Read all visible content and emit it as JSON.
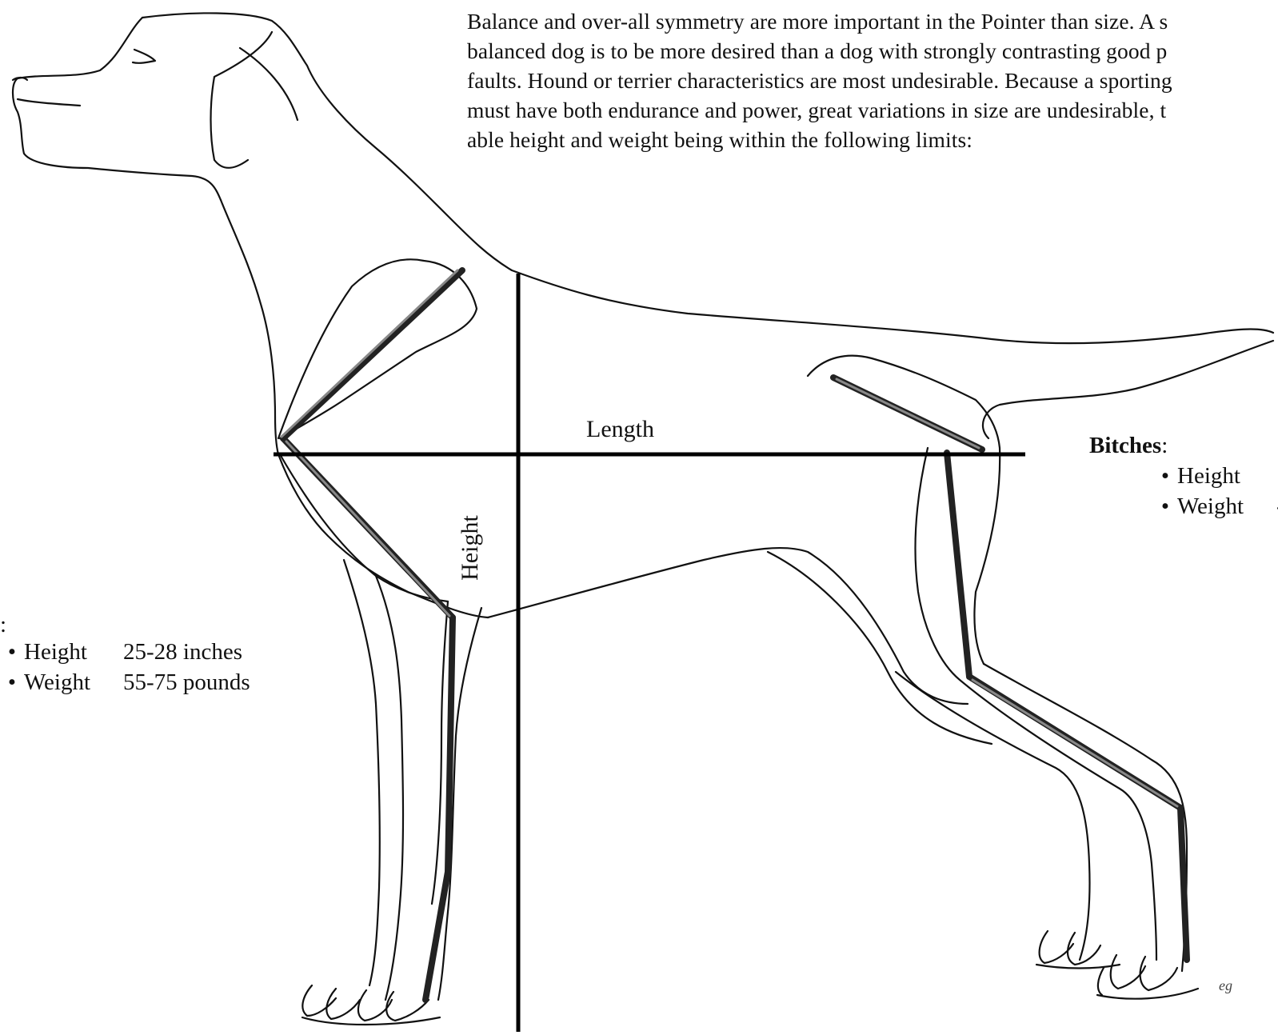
{
  "intro": {
    "lines": [
      "Balance and over-all symmetry are more important in the Pointer than size. A s",
      "balanced dog is to be more desired than a dog with strongly contrasting good p",
      "faults. Hound or terrier characteristics are most undesirable. Because a sporting",
      "must have both endurance and power, great variations in size are undesirable, t",
      "able height and weight being within the following limits:"
    ]
  },
  "labels": {
    "length": "Length",
    "height": "Height"
  },
  "dogs": {
    "colon": ":",
    "rows": [
      {
        "bullet": "•",
        "name": "Height",
        "value": "25-28 inches"
      },
      {
        "bullet": "•",
        "name": "Weight",
        "value": "55-75 pounds"
      }
    ]
  },
  "bitches": {
    "heading": "Bitches",
    "colon": ":",
    "rows": [
      {
        "bullet": "•",
        "name": "Height",
        "value": ""
      },
      {
        "bullet": "•",
        "name": "Weight",
        "value": "-"
      }
    ]
  },
  "artist_mark": "eg"
}
